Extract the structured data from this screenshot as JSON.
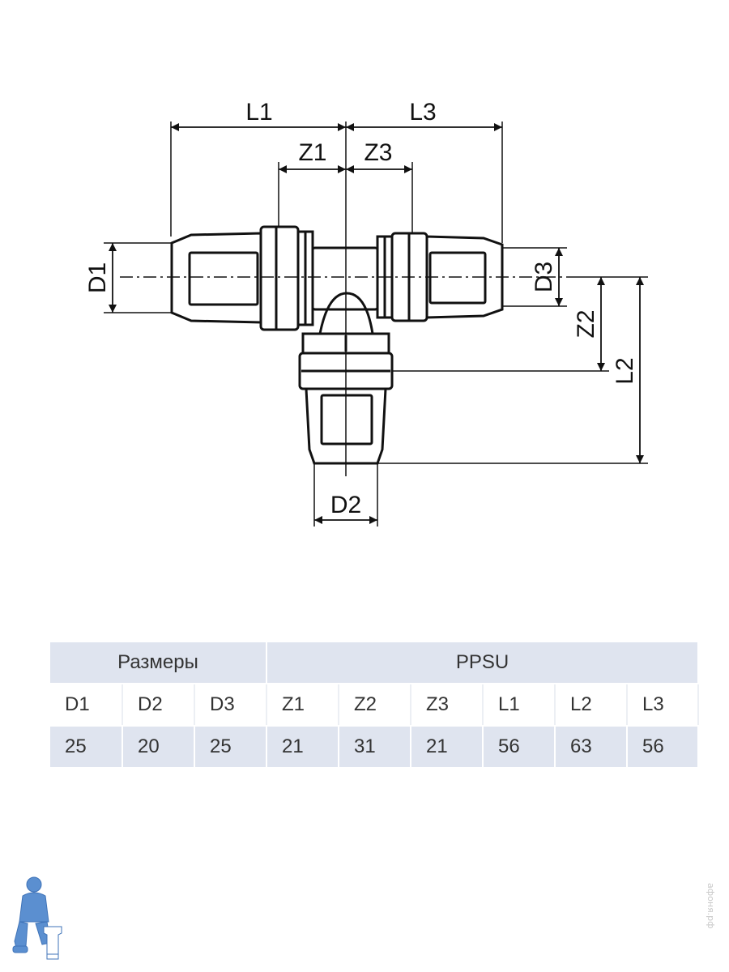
{
  "drawing": {
    "labels": {
      "L1": "L1",
      "L2": "L2",
      "L3": "L3",
      "Z1": "Z1",
      "Z2": "Z2",
      "Z3": "Z3",
      "D1": "D1",
      "D2": "D2",
      "D3": "D3"
    }
  },
  "table": {
    "group_left": "Размеры",
    "group_right": "PPSU",
    "columns": [
      "D1",
      "D2",
      "D3",
      "Z1",
      "Z2",
      "Z3",
      "L1",
      "L2",
      "L3"
    ],
    "values": [
      "25",
      "20",
      "25",
      "21",
      "31",
      "21",
      "56",
      "63",
      "56"
    ]
  },
  "watermark": "афоня.рф",
  "colors": {
    "table_header_bg": "#dfe4ef",
    "logo_blue": "#5b8fd0",
    "line": "#111111"
  }
}
